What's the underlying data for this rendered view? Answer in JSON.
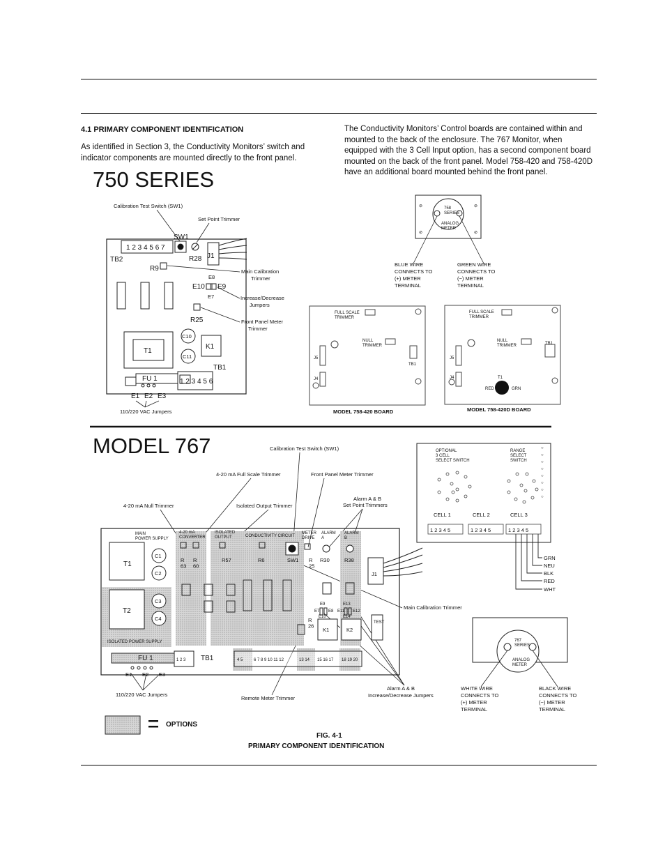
{
  "section": {
    "title": "4.1 PRIMARY COMPONENT  IDENTIFICATION",
    "left_paragraph": "As identified in Section 3, the Conductivity Monitors’ switch and indicator components are mounted directly to the front panel.",
    "right_paragraph": "The Conductivity Monitors’ Control boards are contained within and mounted to the back of the enclosure.  The 767 Monitor, when equipped with the 3 Cell Input option, has a second component board mounted on the back of the front panel.  Model 758-420 and 758-420D have an additional board mounted behind the front panel."
  },
  "fig750": {
    "heading": "750 SERIES",
    "callouts": {
      "cal_switch": "Calibration Test Switch (SW1)",
      "setpoint": "Set Point Trimmer",
      "main_cal_1": "Main Calibration",
      "main_cal_2": "Trimmer",
      "incdec_1": "Increase/Decrease",
      "incdec_2": "Jumpers",
      "meter_1": "Front Panel Meter",
      "meter_2": "Trimmer",
      "vac": "110/220 VAC Jumpers"
    },
    "board": {
      "terminals": "1 2 3 4 5 6 7",
      "sw1": "SW1",
      "j1": "J1",
      "tb2": "TB2",
      "r28": "R28",
      "r9": "R9",
      "e8": "E8",
      "e10": "E10",
      "e9": "E9",
      "e7": "E7",
      "r25": "R25",
      "c10": "C10",
      "c11": "C11",
      "t1": "T1",
      "k1": "K1",
      "tb1": "TB1",
      "fu1": "FU 1",
      "tb1_terms": "1 2 3 4 5 6",
      "e1": "E1",
      "e2": "E2",
      "e3": "E3"
    }
  },
  "meter_top": {
    "series": "758\nSERIES",
    "analog": "ANALOG\nMETER",
    "blue": [
      "BLUE WIRE",
      "CONNECTS TO",
      "(+) METER",
      "TERMINAL"
    ],
    "green": [
      "GREEN WIRE",
      "CONNECTS TO",
      "(−) METER",
      "TERMINAL"
    ]
  },
  "boards_758": {
    "b1": {
      "full_scale": "FULL SCALE\nTRIMMER",
      "null": "NULL\nTRIMMER",
      "j5": "J5",
      "j4": "J4",
      "tb1": "TB1",
      "caption": "MODEL 758-420 BOARD"
    },
    "b2": {
      "full_scale": "FULL SCALE\nTRIMMER",
      "null": "NULL\nTRIMMER",
      "j5": "J5",
      "j4": "J4",
      "tb1": "TB1",
      "t1": "T1",
      "red": "RED",
      "grn": "GRN",
      "caption": "MODEL 758-420D BOARD"
    }
  },
  "fig767": {
    "heading": "MODEL 767",
    "callouts": {
      "cal_switch": "Calibration Test Switch (SW1)",
      "full_scale": "4-20 mA Full Scale Trimmer",
      "front_meter": "Front Panel Meter Trimmer",
      "null": "4-20 mA Null Trimmer",
      "isolated": "Isolated Output Trimmer",
      "alarm_sp_1": "Alarm A & B",
      "alarm_sp_2": "Set Point Trimmers",
      "main_cal": "Main Calibration Trimmer",
      "remote": "Remote Meter Trimmer",
      "alarm_jmp_1": "Alarm A & B",
      "alarm_jmp_2": "Increase/Decrease Jumpers",
      "vac": "110/220 VAC Jumpers"
    },
    "board": {
      "main_ps": "MAIN\nPOWER SUPPLY",
      "conv": "4-20 mA\nCONVERTER",
      "iso_out": "ISOLATED\nOUTPUT",
      "cond_circ": "CONDUCTIVITY CIRCUIT",
      "meter_drive": "METER\nDRIVE",
      "alarm_a": "ALARM\nA",
      "alarm_b": "ALARM\nB",
      "t1": "T1",
      "t2": "T2",
      "c1": "C1",
      "c2": "C2",
      "c3": "C3",
      "c4": "C4",
      "r63": "R\n63",
      "r60": "R\n60",
      "r57": "R57",
      "r6": "R6",
      "sw1": "SW1",
      "r25": "R\n25",
      "r30": "R30",
      "r38": "R38",
      "j1": "J1",
      "e9": "E9",
      "e7": "E7",
      "e8": "E8",
      "e10": "E10",
      "e13": "E13",
      "e11": "E11",
      "e12": "E12",
      "e14": "E14",
      "r26": "R\n26",
      "k1": "K1",
      "k2": "K2",
      "test": "TEST",
      "iso_ps": "ISOLATED POWER SUPPLY",
      "fu1": "FU 1",
      "tb1": "TB1",
      "terms": "1 2 3",
      "terms2": "4 5",
      "terms3": "6 7 8 9 10 11 12",
      "terms4": "13 14",
      "terms5": "15 16 17",
      "terms6": "18 19 20",
      "e1": "E1",
      "e2": "E2",
      "e3": "E3"
    },
    "cell_board": {
      "optional": "OPTIONAL\n3 CELL\nSELECT SWITCH",
      "range": "RANGE\nSELECT\nSWITCH",
      "cell1": "CELL  1",
      "cell2": "CELL  2",
      "cell3": "CELL  3",
      "terms": "1 2 3 4 5",
      "wires": [
        "GRN",
        "NEU",
        "BLK",
        "RED",
        "WHT"
      ]
    },
    "meter": {
      "series": "767\nSERIES",
      "analog": "ANALOG\nMETER",
      "white": [
        "WHITE WIRE",
        "CONNECTS TO",
        "(+) METER",
        "TERMINAL"
      ],
      "black": [
        "BLACK WIRE",
        "CONNECTS TO",
        "(−) METER",
        "TERMINAL"
      ]
    },
    "legend": "OPTIONS"
  },
  "figure_caption": {
    "line1": "FIG. 4-1",
    "line2": "PRIMARY COMPONENT IDENTIFICATION"
  }
}
